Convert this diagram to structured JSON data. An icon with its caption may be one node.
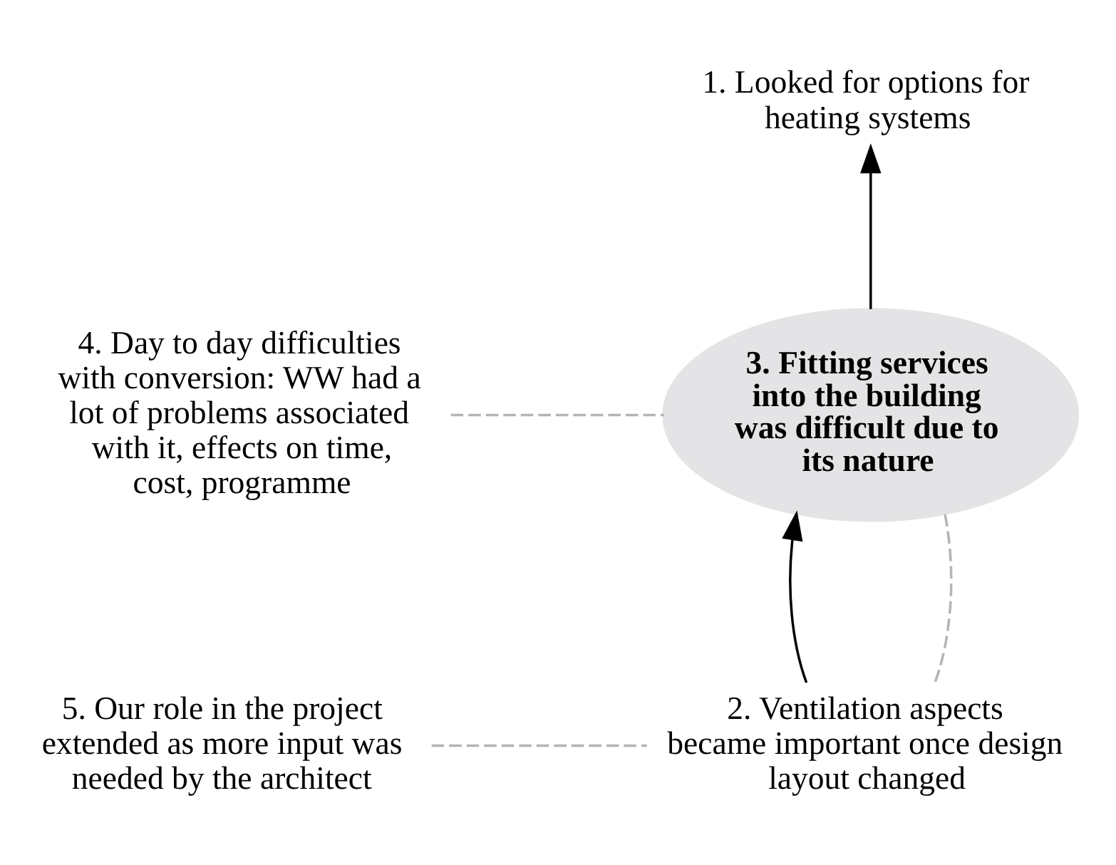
{
  "diagram": {
    "nodes": [
      {
        "text": [
          "1. Looked for options for heating systems"
        ]
      },
      {
        "text": [
          "4. Day to day difficulties with conversion: WW had a lot of problems associated with it, effects on time, cost, programme"
        ]
      },
      {
        "text": [
          "3. Fitting services into the building was difficult due to its nature"
        ]
      },
      {
        "text": [
          "5. Our role in the project extended as more input was needed by the architect"
        ]
      },
      {
        "text": [
          "2. Ventilation aspects became important once design layout changed"
        ]
      }
    ],
    "edges": [
      {
        "from": 2,
        "to": 0,
        "arrow": "to",
        "color": "#000000"
      },
      {
        "from": 4,
        "to": 2,
        "arrow": "to",
        "color": "#000000"
      },
      {
        "from": 1,
        "to": 2,
        "arrow": "none",
        "style": "dashed",
        "color": "#b4b4b4"
      },
      {
        "from": 3,
        "to": 4,
        "arrow": "none",
        "style": "dashed",
        "color": "#b4b4b4"
      },
      {
        "from": 2,
        "to": 4,
        "arrow": "none",
        "style": "dashed",
        "color": "#b4b4b4"
      }
    ]
  }
}
